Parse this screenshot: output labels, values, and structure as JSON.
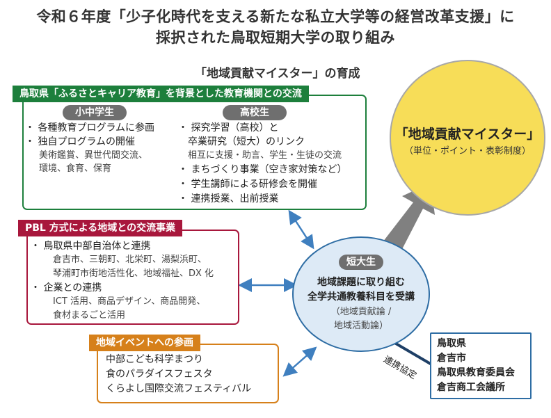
{
  "title": {
    "line1": "令和６年度「少子化時代を支える新たな私立大学等の経営改革支援」に",
    "line2": "採択された鳥取短期大学の取り組み"
  },
  "subtitle": "「地域貢献マイスター」の育成",
  "green_box": {
    "header": "鳥取県「ふるさとキャリア教育」を背景とした教育機関との交流",
    "left": {
      "pill": "小中学生",
      "items": [
        "・ 各種教育プログラムに参画",
        "・ 独自プログラムの開催"
      ],
      "sub": [
        "美術鑑賞、異世代間交流、",
        "環境、食育、保育"
      ]
    },
    "right": {
      "pill": "高校生",
      "item1a": "・ 探究学習（高校）と",
      "item1b": "卒業研究（短大）のリンク",
      "item1sub": "相互に支援・助言、学生・生徒の交流",
      "items": [
        "・ まちづくり事業（空き家対策など）",
        "・ 学生講師による研修会を開催",
        "・ 連携授業、出前授業"
      ]
    }
  },
  "red_box": {
    "header": "PBL 方式による地域との交流事業",
    "item1": "・ 鳥取県中部自治体と連携",
    "item1sub": [
      "倉吉市、三朝町、北栄町、湯梨浜町、",
      "琴浦町市街地活性化、地域福祉、DX 化"
    ],
    "item2": "・ 企業との連携",
    "item2sub": [
      "ICT 活用、商品デザイン、商品開発、",
      "食材まるごと活用"
    ]
  },
  "orange_box": {
    "header": "地域イベントへの参画",
    "items": [
      "中部こども科学まつり",
      "食のパラダイスフェスタ",
      "くらよし国際交流フェスティバル"
    ]
  },
  "center_circle": {
    "pill": "短大生",
    "line1": "地域課題に取り組む",
    "line2": "全学共通教養科目を受講",
    "line3": "（地域貢献論 /",
    "line4": "地域活動論）"
  },
  "meister_circle": {
    "title": "「地域貢献マイスター」",
    "sub": "（単位・ポイント・表彰制度）"
  },
  "partners_box": {
    "link_label": "連携協定",
    "items": [
      "鳥取県",
      "倉吉市",
      "鳥取県教育委員会",
      "倉吉商工会議所"
    ]
  },
  "colors": {
    "green": "#1d7f3c",
    "red": "#a8173c",
    "orange": "#d6801a",
    "blue_border": "#2e6da4",
    "circle_fill": "#ddeaf6",
    "meister_fill": "#f7dd58",
    "meister_border": "#a7a7a7",
    "arrow_blue": "#3f7fbf",
    "big_arrow": "#808080"
  }
}
